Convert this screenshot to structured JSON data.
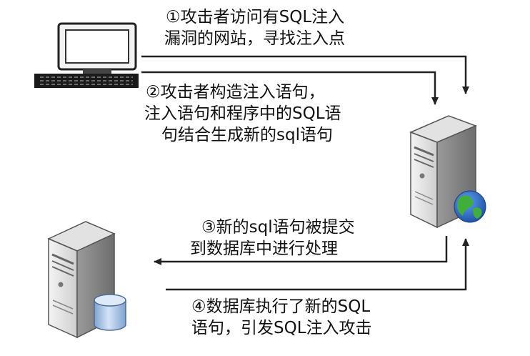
{
  "steps": [
    {
      "lines": [
        "①攻击者访问有SQL注入",
        "漏洞的网站，寻找注入点"
      ]
    },
    {
      "lines": [
        "②攻击者构造注入语句，",
        "注入语句和程序中的SQL语",
        "句结合生成新的sql语句"
      ]
    },
    {
      "lines": [
        "③新的sql语句被提交",
        "到数据库中进行处理"
      ]
    },
    {
      "lines": [
        "④数据库执行了新的SQL",
        "语句，引发SQL注入攻击"
      ]
    }
  ],
  "icons": [
    "attacker-computer-icon",
    "web-server-icon",
    "globe-icon",
    "database-server-icon",
    "database-cylinder-icon"
  ],
  "colors": {
    "arrow": "#222222",
    "globe_ocean": "#1f5fb8",
    "globe_land": "#3fae3a",
    "db_cylinder": "#a9c6e8"
  }
}
